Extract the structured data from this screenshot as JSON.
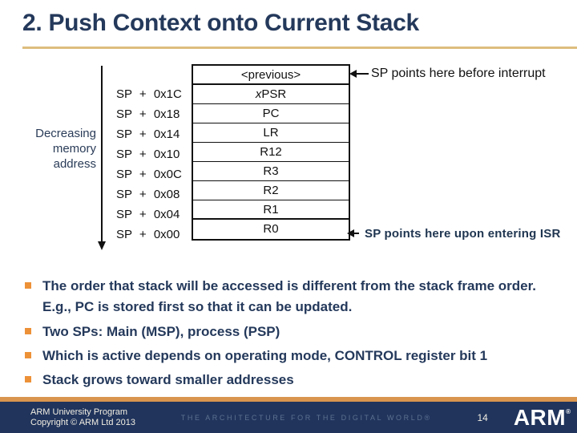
{
  "title": "2. Push Context onto Current Stack",
  "diagram": {
    "memory_label": "Decreasing memory address",
    "stack_rows": [
      {
        "sp_label": "",
        "cell": "<previous>",
        "italic_first": false,
        "thick_bottom": true
      },
      {
        "sp_label": "SP + 0x1C",
        "cell": "xPSR",
        "italic_first": true,
        "thick_bottom": false
      },
      {
        "sp_label": "SP + 0x18",
        "cell": "PC",
        "italic_first": false,
        "thick_bottom": false
      },
      {
        "sp_label": "SP + 0x14",
        "cell": "LR",
        "italic_first": false,
        "thick_bottom": false
      },
      {
        "sp_label": "SP + 0x10",
        "cell": "R12",
        "italic_first": false,
        "thick_bottom": false
      },
      {
        "sp_label": "SP + 0x0C",
        "cell": "R3",
        "italic_first": false,
        "thick_bottom": false
      },
      {
        "sp_label": "SP + 0x08",
        "cell": "R2",
        "italic_first": false,
        "thick_bottom": false
      },
      {
        "sp_label": "SP + 0x04",
        "cell": "R1",
        "italic_first": false,
        "thick_bottom": true
      },
      {
        "sp_label": "SP + 0x00",
        "cell": "R0",
        "italic_first": false,
        "thick_bottom": false
      }
    ],
    "annotation_before": "SP points here before interrupt",
    "annotation_after": "SP points here upon entering ISR"
  },
  "bullets": [
    "The order that stack will be accessed is different from the stack frame order. E.g., PC is stored first so that it can be updated.",
    "Two SPs: Main (MSP), process (PSP)",
    "Which is active depends on operating mode, CONTROL register bit 1",
    "Stack grows toward smaller addresses"
  ],
  "footer": {
    "program": "ARM University Program",
    "copyright": "Copyright © ARM Ltd 2013",
    "tagline": "THE ARCHITECTURE FOR THE DIGITAL WORLD®",
    "page_number": "14",
    "logo": "ARM",
    "logo_mark": "®"
  },
  "colors": {
    "title_navy": "#24395B",
    "title_underline_gold": "#DDBE7E",
    "bullet_orange": "#ED9138",
    "footer_accent_orange": "#D9954E",
    "footer_navy": "#20345C",
    "tagline_gray": "#5D7191",
    "annotation_navy": "#1F3550",
    "diagram_black": "#111111"
  }
}
